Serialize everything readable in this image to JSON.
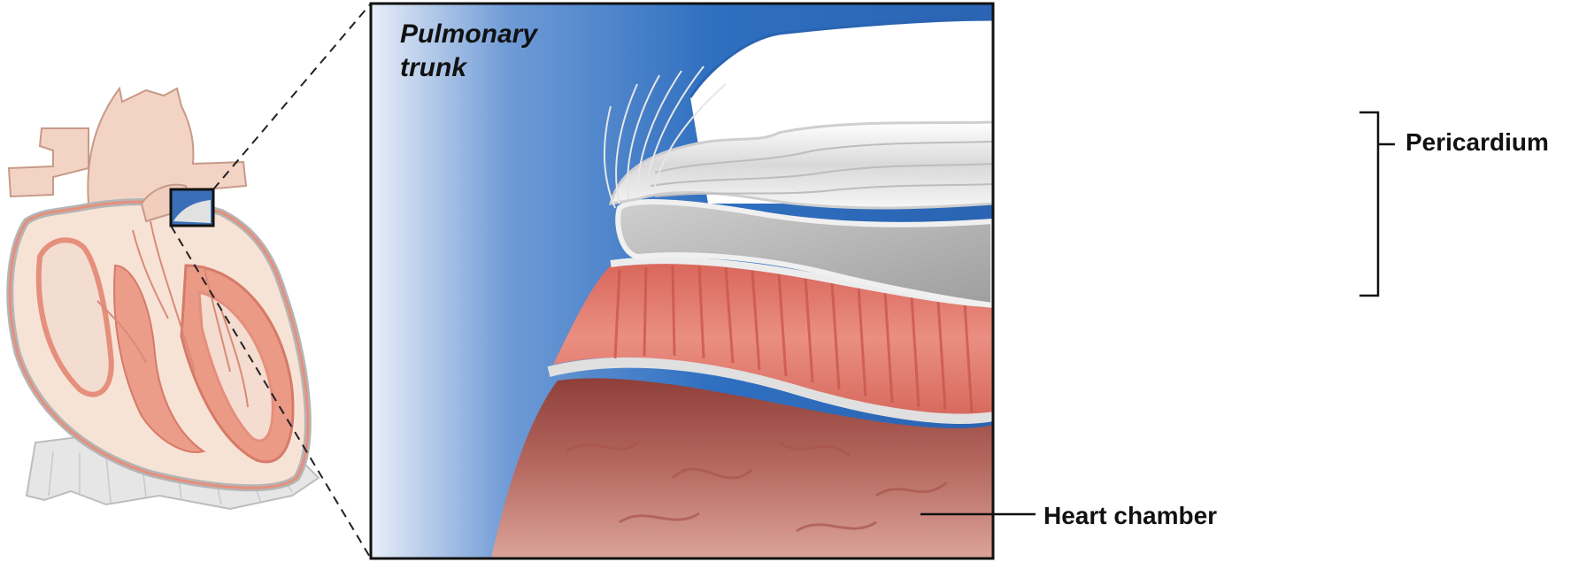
{
  "labels": {
    "pulmonary_trunk": "Pulmonary trunk",
    "pericardium": "Pericardium",
    "heart_chamber": "Heart chamber"
  },
  "colors": {
    "blood_vessel_blue": "#2f6fc0",
    "myocardium_red": "#e27f72",
    "chamber_dark_red": "#9e4a42",
    "pericardium_white": "#f2f2f2",
    "heart_skin": "#f3d4c4"
  }
}
